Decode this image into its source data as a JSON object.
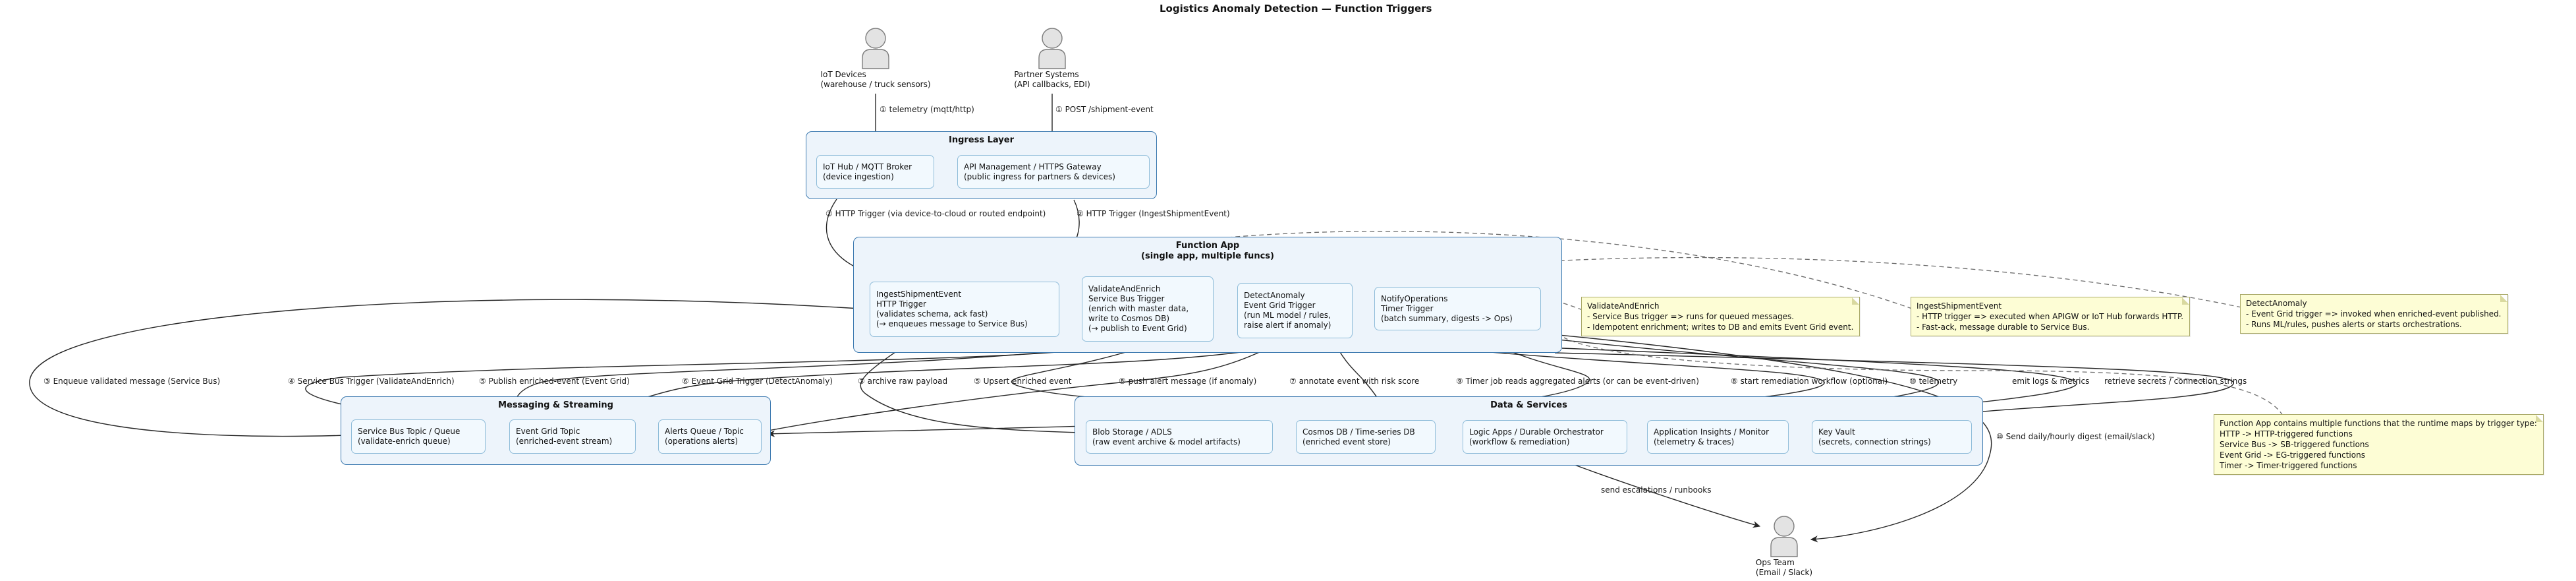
{
  "title": "Logistics Anomaly Detection —  Function Triggers",
  "colors": {
    "package_border": "#3d7ab0",
    "package_fill": "#edf4fb",
    "node_border": "#8fbcd9",
    "node_fill": "#f2f9fe",
    "note_fill": "#fdfdd5",
    "note_border": "#a9a968",
    "arrow": "#262626",
    "note_link": "#6b6b6b",
    "actor_fill": "#e3e3e3",
    "actor_border": "#7d7d7d"
  },
  "actors": [
    {
      "id": "iot",
      "lines": [
        "IoT Devices",
        "(warehouse / truck sensors)"
      ]
    },
    {
      "id": "partner",
      "lines": [
        "Partner Systems",
        "(API callbacks, EDI)"
      ]
    },
    {
      "id": "ops",
      "lines": [
        "Ops Team",
        "(Email / Slack)"
      ]
    }
  ],
  "packages": [
    {
      "id": "ingress",
      "title_lines": [
        "Ingress Layer"
      ]
    },
    {
      "id": "funcapp",
      "title_lines": [
        "Function App",
        "(single app, multiple funcs)"
      ]
    },
    {
      "id": "messaging",
      "title_lines": [
        "Messaging & Streaming"
      ]
    },
    {
      "id": "data",
      "title_lines": [
        "Data & Services"
      ]
    }
  ],
  "nodes": [
    {
      "id": "iothub",
      "lines": [
        "IoT Hub / MQTT Broker",
        "(device ingestion)"
      ]
    },
    {
      "id": "apim",
      "lines": [
        "API Management / HTTPS Gateway",
        "(public ingress for partners & devices)"
      ]
    },
    {
      "id": "ingest",
      "lines": [
        "IngestShipmentEvent",
        "HTTP Trigger",
        "(validates schema, ack fast)",
        "(→ enqueues message to Service Bus)"
      ]
    },
    {
      "id": "validate",
      "lines": [
        "ValidateAndEnrich",
        "Service Bus Trigger",
        "(enrich with master data,",
        "write to Cosmos DB)",
        "(→ publish to Event Grid)"
      ]
    },
    {
      "id": "detect",
      "lines": [
        "DetectAnomaly",
        "Event Grid Trigger",
        "(run ML model / rules,",
        "raise alert if anomaly)"
      ]
    },
    {
      "id": "notify",
      "lines": [
        "NotifyOperations",
        "Timer Trigger",
        "(batch summary, digests -> Ops)"
      ]
    },
    {
      "id": "sbqueue",
      "lines": [
        "Service Bus Topic / Queue",
        "(validate-enrich queue)"
      ]
    },
    {
      "id": "egtopic",
      "lines": [
        "Event Grid Topic",
        "(enriched-event stream)"
      ]
    },
    {
      "id": "alertsq",
      "lines": [
        "Alerts Queue / Topic",
        "(operations alerts)"
      ]
    },
    {
      "id": "blob",
      "lines": [
        "Blob Storage / ADLS",
        "(raw event archive & model artifacts)"
      ]
    },
    {
      "id": "cosmos",
      "lines": [
        "Cosmos DB / Time-series DB",
        "(enriched event store)"
      ]
    },
    {
      "id": "logic",
      "lines": [
        "Logic Apps / Durable Orchestrator",
        "(workflow & remediation)"
      ]
    },
    {
      "id": "appins",
      "lines": [
        "Application Insights / Monitor",
        "(telemetry & traces)"
      ]
    },
    {
      "id": "keyvault",
      "lines": [
        "Key Vault",
        "(secrets, connection strings)"
      ]
    }
  ],
  "edge_labels": [
    {
      "id": "l1",
      "text": "① telemetry (mqtt/http)"
    },
    {
      "id": "l2",
      "text": "① POST /shipment-event"
    },
    {
      "id": "l3",
      "text": "② HTTP Trigger (via device-to-cloud or routed endpoint)"
    },
    {
      "id": "l4",
      "text": "② HTTP Trigger (IngestShipmentEvent)"
    },
    {
      "id": "l5",
      "text": "③ Enqueue validated message (Service Bus)"
    },
    {
      "id": "l6",
      "text": "④ Service Bus Trigger (ValidateAndEnrich)"
    },
    {
      "id": "l7",
      "text": "⑤ Publish enriched-event (Event Grid)"
    },
    {
      "id": "l8",
      "text": "⑥ Event Grid Trigger (DetectAnomaly)"
    },
    {
      "id": "l9",
      "text": "③ archive raw payload"
    },
    {
      "id": "l10",
      "text": "⑤ Upsert enriched event"
    },
    {
      "id": "l11",
      "text": "⑧ push alert message (if anomaly)"
    },
    {
      "id": "l12",
      "text": "⑦ annotate event with risk score"
    },
    {
      "id": "l13",
      "text": "⑨ Timer job reads aggregated alerts (or can be event-driven)"
    },
    {
      "id": "l14",
      "text": "⑧ start remediation workflow (optional)"
    },
    {
      "id": "l15",
      "text": "⑩ telemetry"
    },
    {
      "id": "l16",
      "text": "emit logs & metrics"
    },
    {
      "id": "l17",
      "text": "retrieve secrets / connection strings"
    },
    {
      "id": "l18",
      "text": "⑩ Send daily/hourly digest (email/slack)"
    },
    {
      "id": "l19",
      "text": "send escalations / runbooks"
    }
  ],
  "notes": [
    {
      "id": "n1",
      "lines": [
        "ValidateAndEnrich",
        "- Service Bus trigger => runs for queued messages.",
        "- Idempotent enrichment; writes to DB and emits Event Grid event."
      ]
    },
    {
      "id": "n2",
      "lines": [
        "IngestShipmentEvent",
        "- HTTP trigger => executed when APIGW or IoT Hub forwards HTTP.",
        "- Fast-ack, message durable to Service Bus."
      ]
    },
    {
      "id": "n3",
      "lines": [
        "DetectAnomaly",
        "- Event Grid trigger => invoked when enriched-event published.",
        "- Runs ML/rules, pushes alerts or starts orchestrations."
      ]
    },
    {
      "id": "n4",
      "lines": [
        "Function App contains multiple functions that the runtime maps by trigger type:",
        "HTTP -> HTTP-triggered functions",
        "Service Bus -> SB-triggered functions",
        "Event Grid -> EG-triggered functions",
        "Timer -> Timer-triggered functions"
      ]
    }
  ]
}
